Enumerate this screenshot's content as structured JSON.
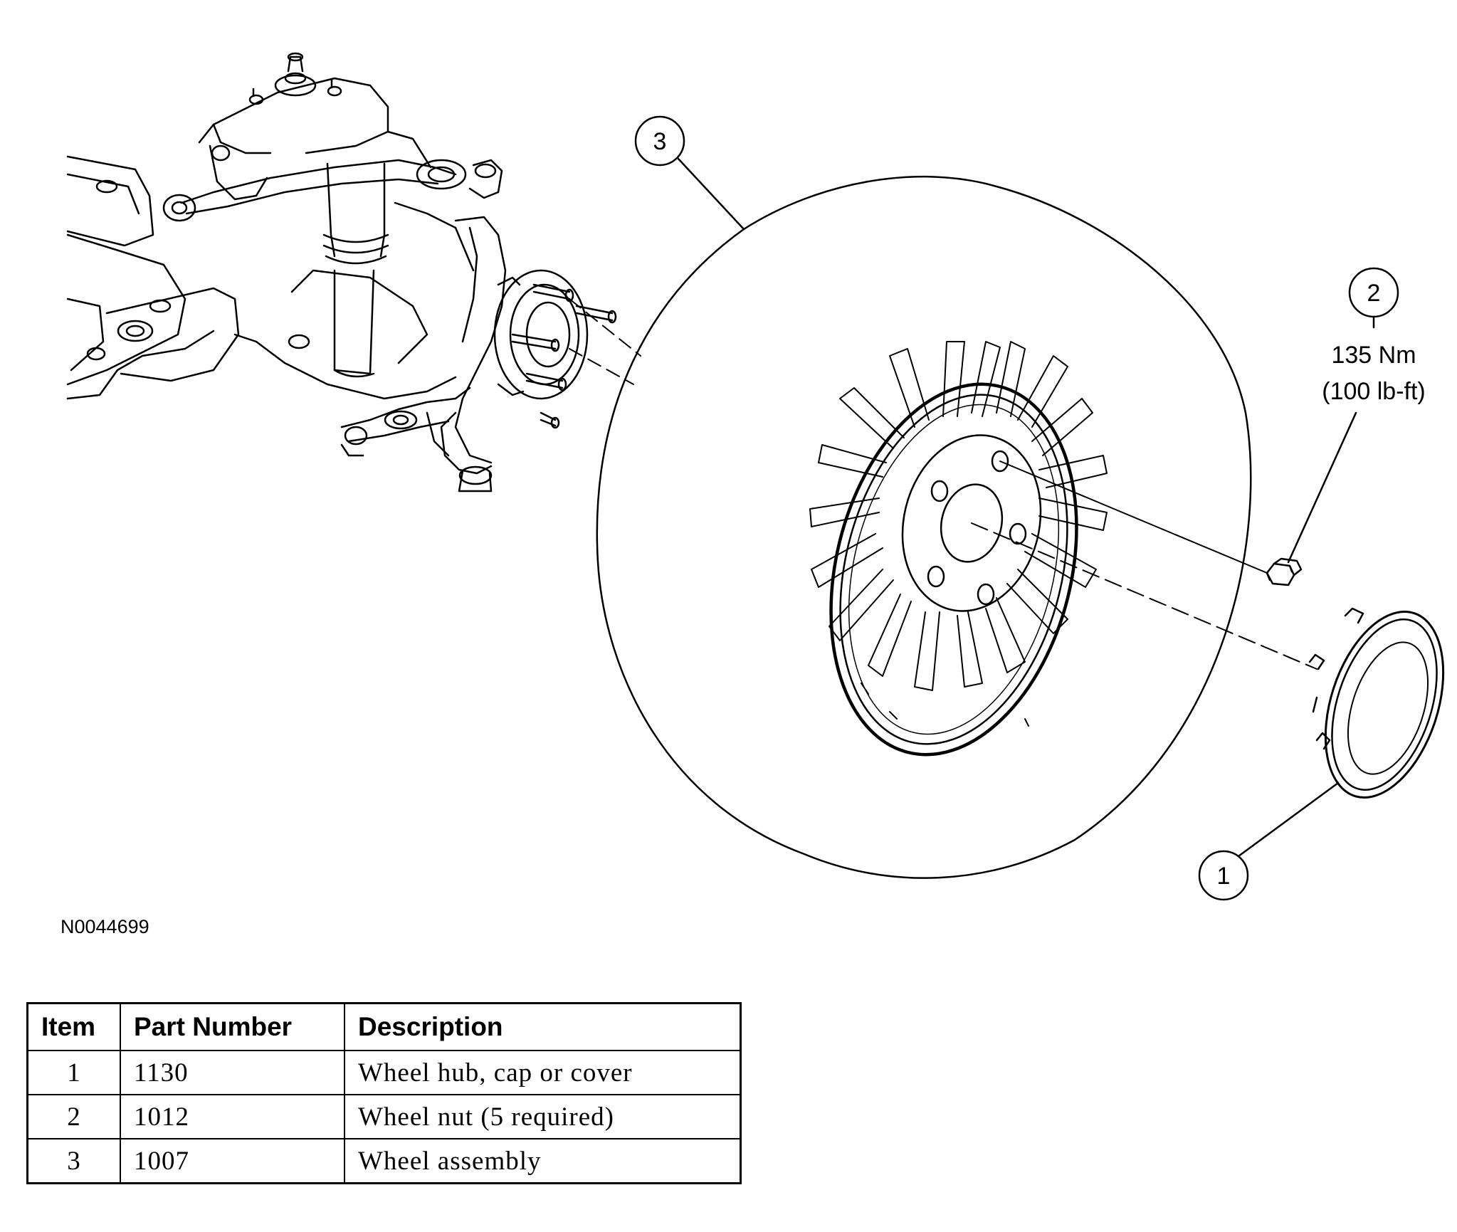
{
  "callouts": [
    {
      "number": "1"
    },
    {
      "number": "2",
      "torque_nm": "135 Nm",
      "torque_lbft": "(100 lb-ft)"
    },
    {
      "number": "3"
    }
  ],
  "figure_id": "N0044699",
  "table": {
    "headers": [
      "Item",
      "Part Number",
      "Description"
    ],
    "rows": [
      {
        "item": "1",
        "part_number": "1130",
        "description": "Wheel hub, cap or cover"
      },
      {
        "item": "2",
        "part_number": "1012",
        "description": "Wheel nut (5 required)"
      },
      {
        "item": "3",
        "part_number": "1007",
        "description": "Wheel assembly"
      }
    ]
  },
  "colors": {
    "line": "#000000",
    "background": "#ffffff"
  }
}
